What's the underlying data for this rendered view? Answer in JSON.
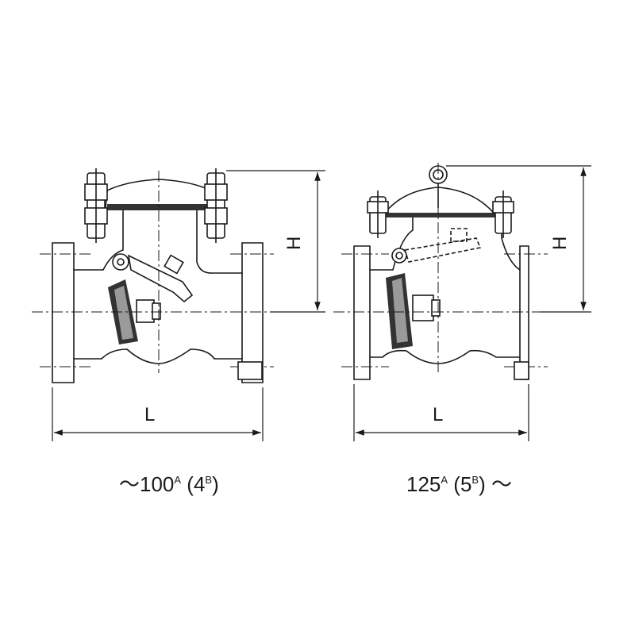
{
  "left_view": {
    "dim_h": "H",
    "dim_l": "L",
    "caption": {
      "prefix": "～100",
      "sup1": "A",
      "mid": " (4",
      "sup2": "B",
      "suffix": ")"
    }
  },
  "right_view": {
    "dim_h": "H",
    "dim_l": "L",
    "caption": {
      "prefix": "125",
      "sup1": "A",
      "mid": " (5",
      "sup2": "B",
      "suffix": ") ～"
    }
  },
  "colors": {
    "line": "#1a1a1a",
    "fill_dark": "#333333",
    "fill_light": "#9a9a9a"
  }
}
